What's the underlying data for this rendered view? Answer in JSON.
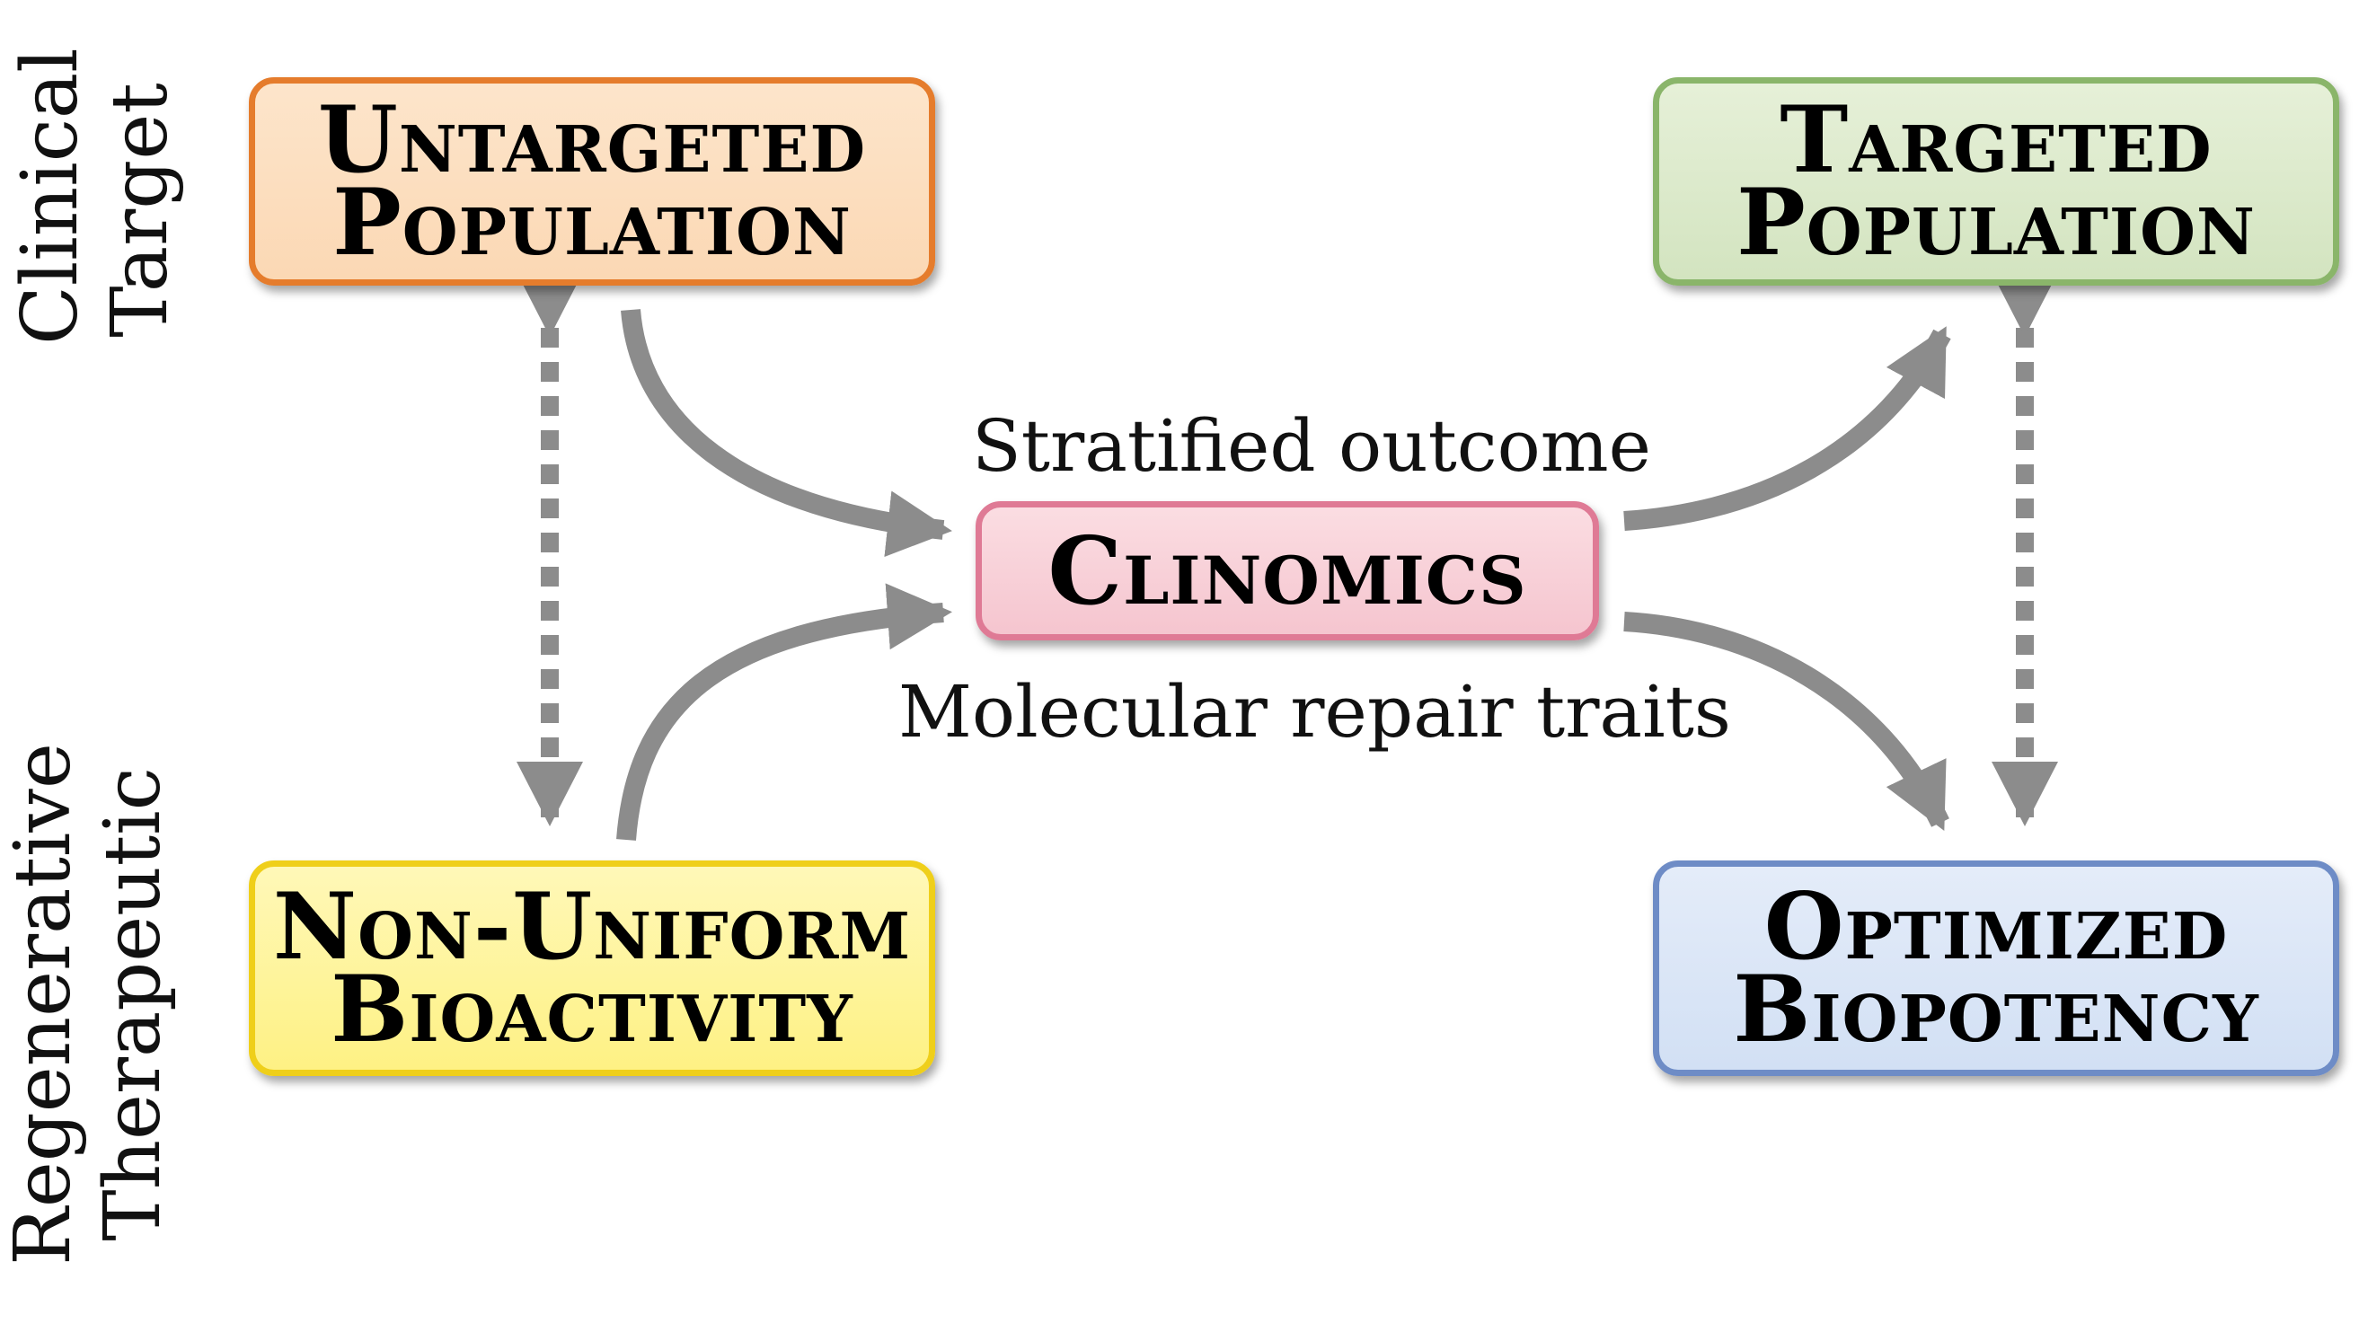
{
  "side_labels": {
    "top": [
      "Clinical",
      "Target"
    ],
    "bottom": [
      "Regenerative",
      "Therapeutic"
    ]
  },
  "nodes": {
    "untargeted": [
      "Untargeted",
      "Population"
    ],
    "targeted": [
      "Targeted",
      "Population"
    ],
    "clinomics": "Clinomics",
    "nonuniform": [
      "Non-Uniform",
      "Bioactivity"
    ],
    "optimized": [
      "Optimized",
      "Biopotency"
    ]
  },
  "edge_labels": {
    "top": "Stratified outcome",
    "bottom": "Molecular repair traits"
  },
  "colors": {
    "arrow": "#8c8c8c",
    "untargeted_border": "#e57c2c",
    "targeted_border": "#8ab56a",
    "clinomics_border": "#df7a95",
    "nonuniform_border": "#efcf1a",
    "optimized_border": "#6e8cc6"
  }
}
